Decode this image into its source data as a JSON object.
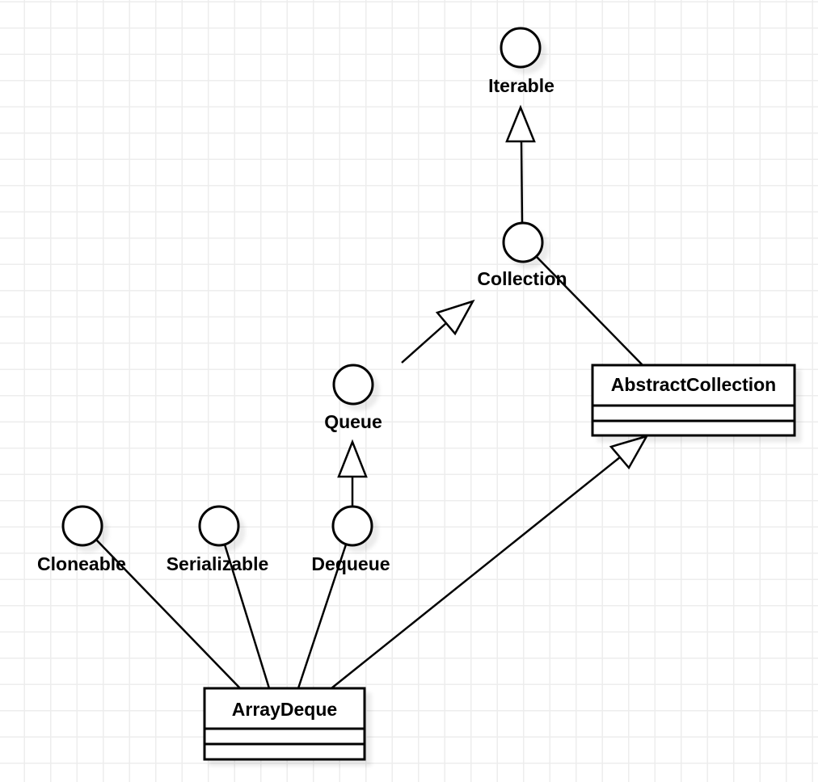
{
  "diagram": {
    "type": "uml-class-diagram",
    "colors": {
      "background": "#ffffff",
      "grid": "#ededed",
      "stroke": "#000000",
      "shape_fill": "#ffffff",
      "shadow": "rgba(0,0,0,0.08)"
    },
    "interfaces": [
      {
        "label": "Iterable"
      },
      {
        "label": "Collection"
      },
      {
        "label": "Queue"
      },
      {
        "label": "Dequeue"
      },
      {
        "label": "Cloneable"
      },
      {
        "label": "Serializable"
      }
    ],
    "classes": [
      {
        "title": "AbstractCollection",
        "attributes_compartment": "",
        "methods_compartment": ""
      },
      {
        "title": "ArrayDeque",
        "attributes_compartment": "",
        "methods_compartment": ""
      }
    ],
    "relations": [
      {
        "from": "Collection",
        "to": "Iterable",
        "type": "generalization"
      },
      {
        "from": "Queue",
        "to": "Collection",
        "type": "generalization"
      },
      {
        "from": "Dequeue",
        "to": "Queue",
        "type": "generalization"
      },
      {
        "from": "AbstractCollection",
        "to": "Collection",
        "type": "realization"
      },
      {
        "from": "ArrayDeque",
        "to": "Cloneable",
        "type": "realization"
      },
      {
        "from": "ArrayDeque",
        "to": "Serializable",
        "type": "realization"
      },
      {
        "from": "ArrayDeque",
        "to": "Dequeue",
        "type": "realization"
      },
      {
        "from": "ArrayDeque",
        "to": "AbstractCollection",
        "type": "generalization"
      }
    ]
  }
}
